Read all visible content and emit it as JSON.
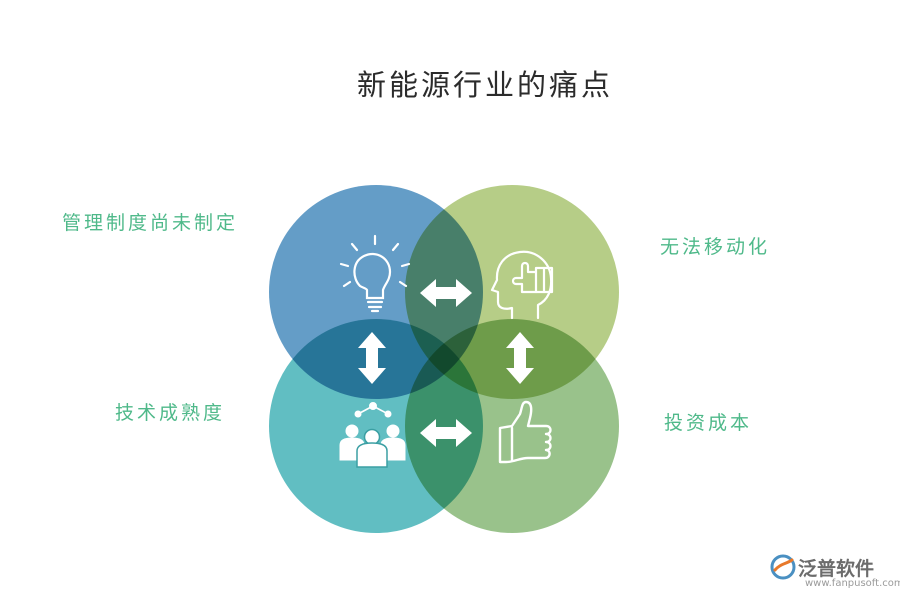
{
  "title": "新能源行业的痛点",
  "nodes": [
    {
      "label": "管理制度尚未制定",
      "color": "#4f8fbf",
      "icon": "lightbulb-icon"
    },
    {
      "label": "无法移动化",
      "color": "#a9c472",
      "icon": "head-hand-icon"
    },
    {
      "label": "技术成熟度",
      "color": "#3eb0b4",
      "icon": "team-network-icon"
    },
    {
      "label": "投资成本",
      "color": "#7fb36e",
      "icon": "thumbs-up-icon"
    }
  ],
  "connectors": [
    "double-arrow-horizontal",
    "double-arrow-horizontal",
    "double-arrow-vertical",
    "double-arrow-vertical"
  ],
  "logo": {
    "name": "泛普软件",
    "url": "www.fanpusoft.com"
  }
}
